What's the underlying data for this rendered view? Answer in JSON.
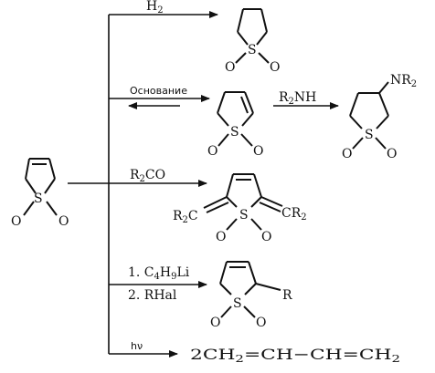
{
  "reagents": {
    "hydrogenation": "H2",
    "base": "Основание",
    "amine": "R2NH",
    "ketone": "R2CO",
    "step1": "1. C4H9Li",
    "step2": "2. RHal",
    "photolysis": "hν"
  },
  "atoms": {
    "sulfur": "S",
    "oxygen": "O",
    "amino_group": "NR2",
    "ylidene_left": "R2C",
    "ylidene_right": "CR2",
    "alkyl": "R"
  },
  "products": {
    "butadiene": "2CH2=CH−CH=CH2"
  }
}
